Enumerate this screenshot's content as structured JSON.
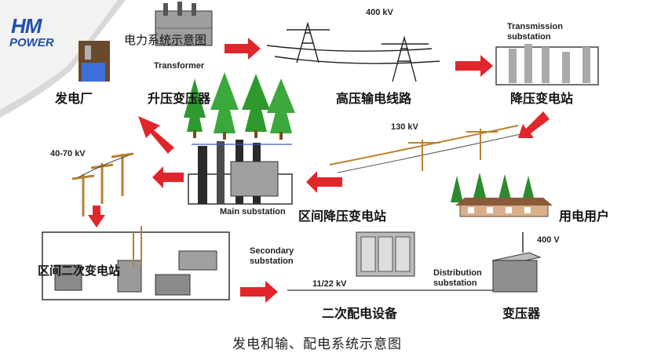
{
  "logo": {
    "line1": "HM",
    "line2": "POWER"
  },
  "title_overlay": "电力系统示意图",
  "caption": "发电和输、配电系统示意图",
  "stages": {
    "power_plant": "发电厂",
    "step_up": "升压变压器",
    "transformer_en": "Transformer",
    "hv_line": "高压输电线路",
    "voltage_400kv": "400 kV",
    "trans_sub_en_1": "Transmission",
    "trans_sub_en_2": "substation",
    "step_down_station": "降压变电站",
    "voltage_130kv": "130 kV",
    "regional_step_down": "区间降压变电站",
    "main_substation_en": "Main substation",
    "voltage_40_70kv": "40-70 kV",
    "regional_secondary": "区间二次变电站",
    "secondary_sub_en_1": "Secondary",
    "secondary_sub_en_2": "substation",
    "voltage_11_22kv": "11/22 kV",
    "secondary_equipment": "二次配电设备",
    "dist_sub_en_1": "Distribution",
    "dist_sub_en_2": "substation",
    "transformer_cn": "变压器",
    "voltage_400v": "400 V",
    "consumer": "用电用户"
  },
  "colors": {
    "arrow": "#e0262b",
    "tree": "#2e9a2e",
    "pole": "#b8822f",
    "equipment": "#8a8a8a",
    "logo_blue": "#1f4fa8"
  }
}
